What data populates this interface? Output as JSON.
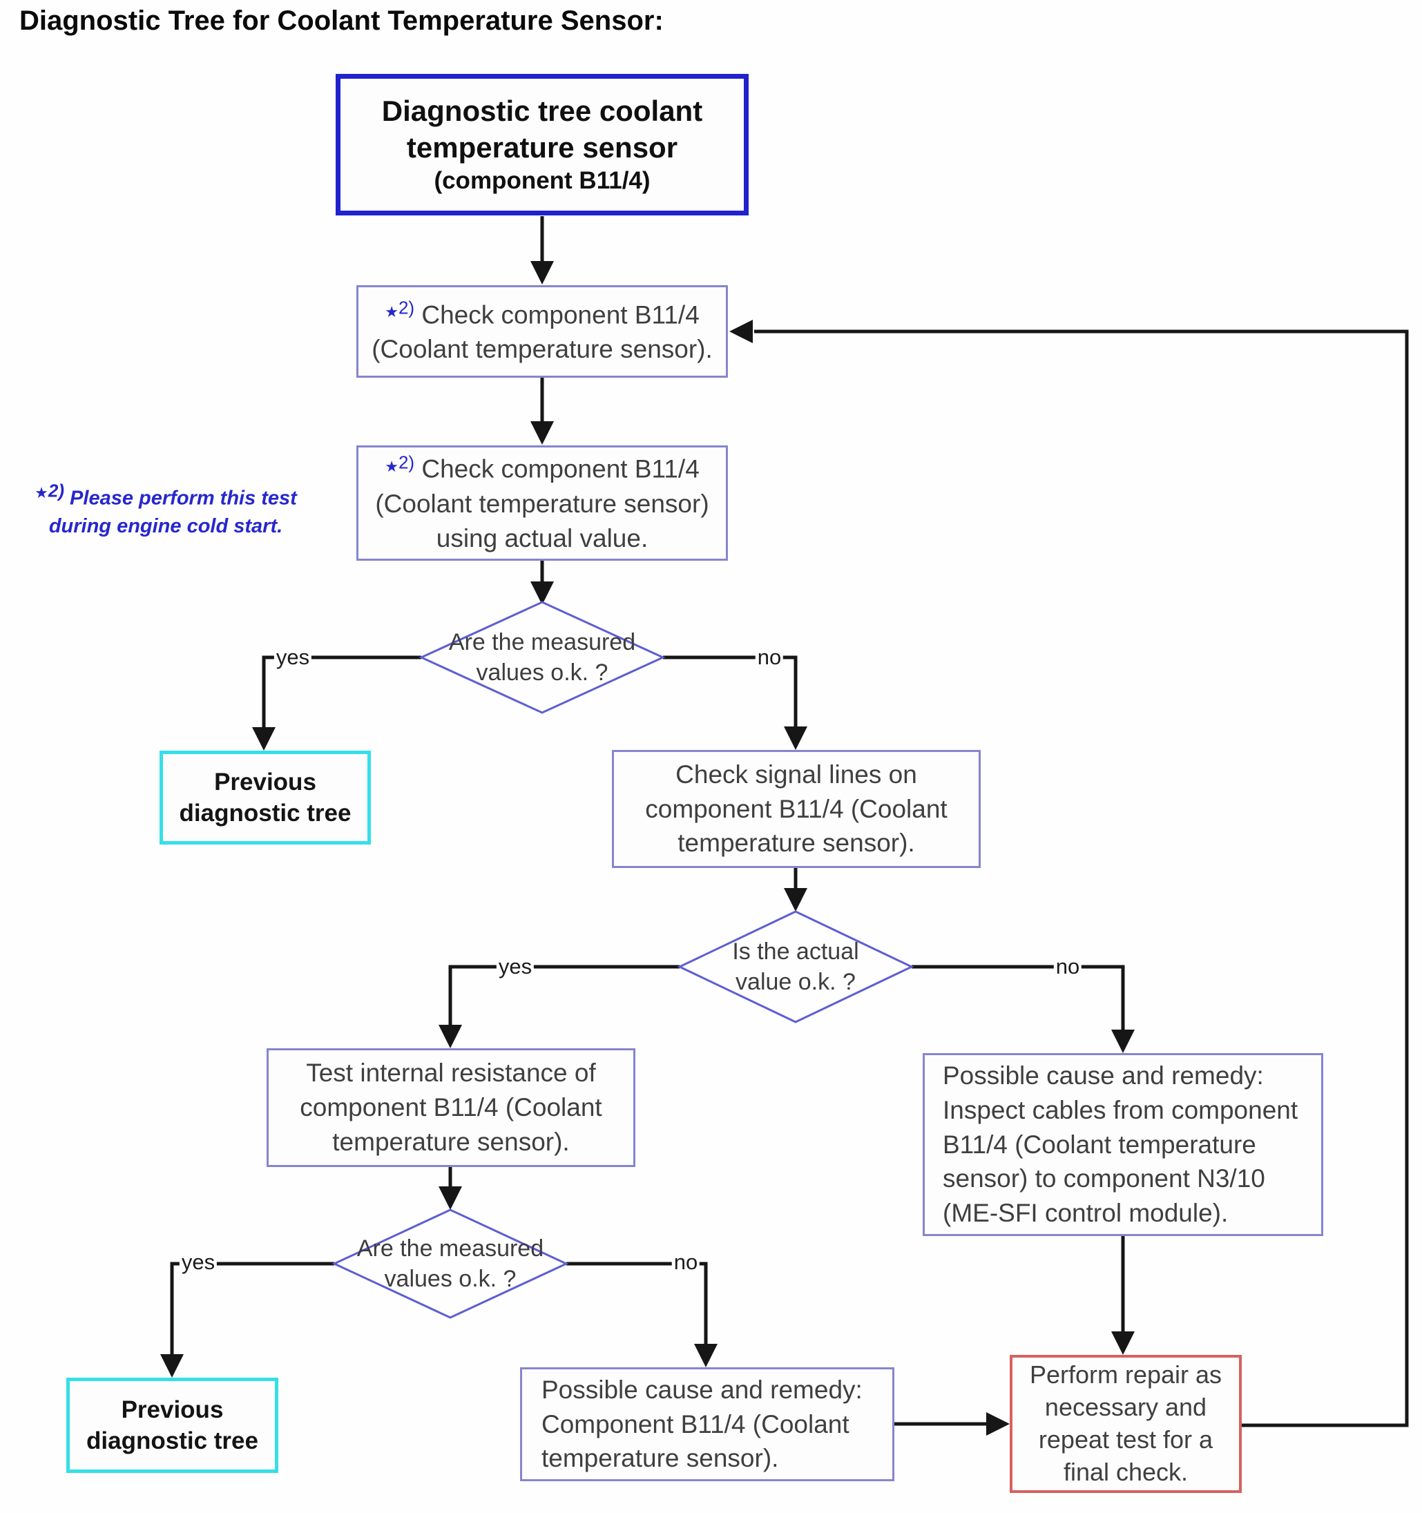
{
  "page": {
    "title": "Diagnostic Tree for Coolant Temperature Sensor:"
  },
  "footnote": {
    "star": "★",
    "num": "2)",
    "note_text": " Please perform this test\nduring engine cold start."
  },
  "nodes": {
    "start": {
      "title": "Diagnostic tree coolant\ntemperature sensor",
      "subtitle": "(component B11/4)"
    },
    "check_sensor": {
      "text": " Check component B11/4\n(Coolant temperature sensor)."
    },
    "check_actual": {
      "text": " Check component B11/4\n(Coolant temperature sensor)\nusing actual value."
    },
    "decision_measured_1": {
      "text": "Are the measured\nvalues o.k. ?"
    },
    "previous_tree_1": {
      "text": "Previous\ndiagnostic tree"
    },
    "check_signal_lines": {
      "text": "Check signal lines on\ncomponent B11/4 (Coolant\ntemperature sensor)."
    },
    "decision_actual": {
      "text": "Is the actual\nvalue o.k. ?"
    },
    "test_resistance": {
      "text": "Test internal resistance of\ncomponent B11/4 (Coolant\ntemperature sensor)."
    },
    "inspect_cables": {
      "text": "Possible cause and remedy:\nInspect cables from component\nB11/4 (Coolant temperature\nsensor) to component N3/10\n(ME-SFI control module)."
    },
    "decision_measured_2": {
      "text": "Are the measured\nvalues o.k. ?"
    },
    "previous_tree_2": {
      "text": "Previous\ndiagnostic tree"
    },
    "cause_component": {
      "text": "Possible cause and remedy:\nComponent B11/4 (Coolant\ntemperature sensor)."
    },
    "repair": {
      "text": "Perform repair as\nnecessary and\nrepeat test for a\nfinal check."
    }
  },
  "edge_labels": {
    "yes1": "yes",
    "no1": "no",
    "yes2": "yes",
    "no2": "no",
    "yes3": "yes",
    "no3": "no"
  },
  "colors": {
    "start_border": "#2121ce",
    "process_border": "#8585cf",
    "decision_border": "#5e5ed2",
    "terminal_border": "#35dfe8",
    "repair_border": "#d66161",
    "footnote_blue": "#2626cd",
    "line": "#161616"
  }
}
